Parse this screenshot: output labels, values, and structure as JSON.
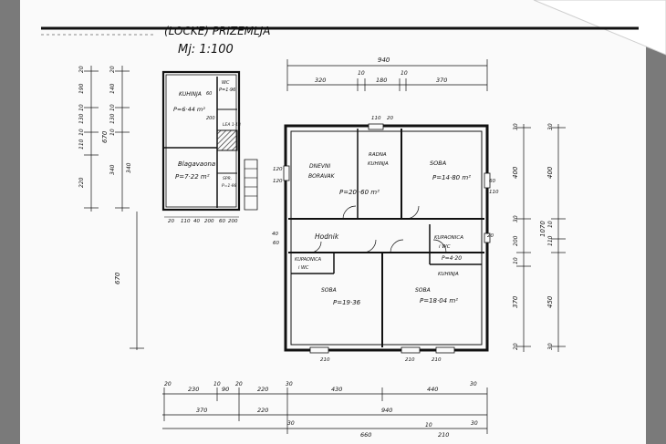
{
  "title": {
    "main": "(LOCKE) PRIZEMLJA",
    "scale": "Mj: 1:100"
  },
  "rooms": {
    "kuhinja_small": {
      "name": "KUHINJA",
      "area": "P=6·44 m²"
    },
    "wc_small": {
      "name": "WC",
      "area": "P=1·96"
    },
    "dim_60": "60",
    "dim_200": "200",
    "blagavaona": {
      "name": "Blagavaona",
      "area": "P=7·22 m²"
    },
    "ostava": {
      "name": "SPR.",
      "area": "P=1·98"
    },
    "lea": "LEA 1·18",
    "dnevni": {
      "name": "DNEVNI BORAVAK",
      "area": "P=20'·60 m²"
    },
    "radna": {
      "name": "RADNA KUHINJA"
    },
    "soba_tr": {
      "name": "SOBA",
      "area": "P=14·80 m²"
    },
    "hodnik": {
      "name": "Hodnik"
    },
    "kupaonica_r": {
      "name": "KUPAONICA i WC",
      "area": "P=4·20"
    },
    "kupaonica_l": {
      "name": "KUPAONICA i WC"
    },
    "soba_bl": {
      "name": "SOBA",
      "area": "P=19·36"
    },
    "soba_br": {
      "name": "SOBA",
      "area": "P=18·04 m²"
    },
    "kuhinja_br": {
      "name": "KUHINJA"
    }
  },
  "dims": {
    "top_total": "940",
    "top_parts": [
      "320",
      "10",
      "180",
      "10",
      "370"
    ],
    "door_top": [
      "110",
      "20"
    ],
    "left_a": [
      "20",
      "190",
      "10",
      "130",
      "10",
      "110",
      "670",
      "340",
      "220"
    ],
    "left_b": [
      "20",
      "140",
      "10",
      "130",
      "10",
      "340"
    ],
    "left_long": "670",
    "right_a": [
      "30",
      "400",
      "30",
      "200",
      "10",
      "370",
      "20"
    ],
    "right_b": [
      "30",
      "400",
      "1070",
      "10",
      "110",
      "450",
      "30"
    ],
    "bottom_row1": [
      "20",
      "230",
      "10",
      "90",
      "20",
      "220",
      "30",
      "430",
      "440",
      "30"
    ],
    "bottom_row2": [
      "370",
      "220",
      "940",
      "30",
      "660",
      "10",
      "210",
      "30"
    ],
    "window_marks": [
      "210",
      "210",
      "210"
    ],
    "side_marks": [
      "120",
      "120",
      "60",
      "110",
      "40",
      "60",
      "20"
    ],
    "small_bottom": [
      "20",
      "110",
      "40",
      "200",
      "60",
      "200"
    ]
  },
  "colors": {
    "paper": "#fafafa",
    "ink": "#151515",
    "shadow": "#7a7a7a",
    "wall_hatch": "#333333"
  }
}
